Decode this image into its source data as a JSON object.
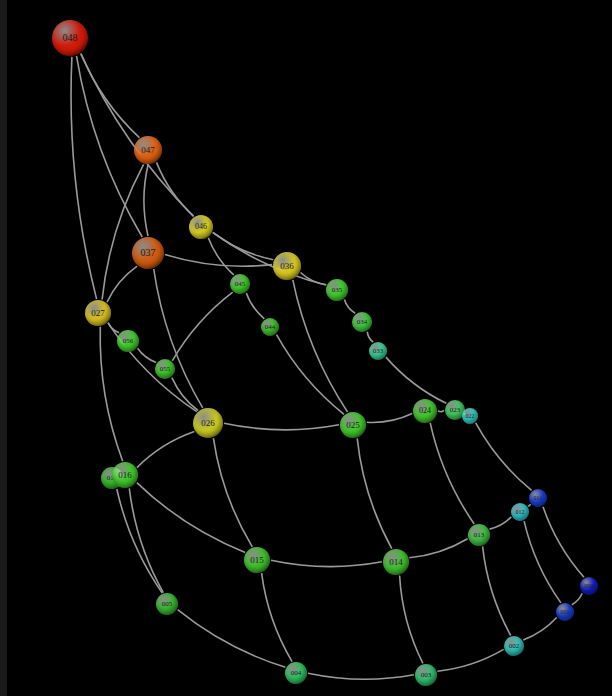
{
  "diagram": {
    "nodes": [
      {
        "text": [
          "048"
        ]
      },
      {
        "text": [
          "047"
        ]
      },
      {
        "text": [
          "037"
        ]
      },
      {
        "text": [
          "046"
        ]
      },
      {
        "text": [
          "036"
        ]
      },
      {
        "text": [
          "045"
        ]
      },
      {
        "text": [
          "035"
        ]
      },
      {
        "text": [
          "044"
        ]
      },
      {
        "text": [
          "034"
        ]
      },
      {
        "text": [
          "033"
        ]
      },
      {
        "text": [
          "027"
        ]
      },
      {
        "text": [
          "056"
        ]
      },
      {
        "text": [
          "055"
        ]
      },
      {
        "text": [
          "026"
        ]
      },
      {
        "text": [
          "025"
        ]
      },
      {
        "text": [
          "024"
        ]
      },
      {
        "text": [
          "023"
        ]
      },
      {
        "text": [
          "022"
        ]
      },
      {
        "text": [
          "016"
        ]
      },
      {
        "text": [
          "017"
        ]
      },
      {
        "text": [
          "015"
        ]
      },
      {
        "text": [
          "014"
        ]
      },
      {
        "text": [
          "013"
        ]
      },
      {
        "text": [
          "012"
        ]
      },
      {
        "text": [
          "011"
        ]
      },
      {
        "text": [
          "005"
        ]
      },
      {
        "text": [
          "004"
        ]
      },
      {
        "text": [
          "003"
        ]
      },
      {
        "text": [
          "002"
        ]
      },
      {
        "text": [
          "001"
        ]
      },
      {
        "text": [
          "000"
        ]
      }
    ],
    "edges": [
      {
        "from": 0,
        "to": 1,
        "arrow": "none"
      },
      {
        "from": 0,
        "to": 2,
        "arrow": "none"
      },
      {
        "from": 0,
        "to": 3,
        "arrow": "none"
      },
      {
        "from": 0,
        "to": 10,
        "arrow": "none"
      },
      {
        "from": 1,
        "to": 2,
        "arrow": "none"
      },
      {
        "from": 1,
        "to": 3,
        "arrow": "none"
      },
      {
        "from": 1,
        "to": 10,
        "arrow": "none"
      },
      {
        "from": 2,
        "to": 4,
        "arrow": "none"
      },
      {
        "from": 2,
        "to": 10,
        "arrow": "none"
      },
      {
        "from": 2,
        "to": 13,
        "arrow": "none"
      },
      {
        "from": 3,
        "to": 4,
        "arrow": "none"
      },
      {
        "from": 3,
        "to": 5,
        "arrow": "none"
      },
      {
        "from": 4,
        "to": 6,
        "arrow": "none"
      },
      {
        "from": 4,
        "to": 14,
        "arrow": "none"
      },
      {
        "from": 5,
        "to": 7,
        "arrow": "none"
      },
      {
        "from": 5,
        "to": 12,
        "arrow": "none"
      },
      {
        "from": 6,
        "to": 8,
        "arrow": "none"
      },
      {
        "from": 8,
        "to": 9,
        "arrow": "none"
      },
      {
        "from": 9,
        "to": 16,
        "arrow": "none"
      },
      {
        "from": 7,
        "to": 14,
        "arrow": "none"
      },
      {
        "from": 10,
        "to": 11,
        "arrow": "none"
      },
      {
        "from": 11,
        "to": 12,
        "arrow": "none"
      },
      {
        "from": 12,
        "to": 13,
        "arrow": "none"
      },
      {
        "from": 10,
        "to": 18,
        "arrow": "none"
      },
      {
        "from": 10,
        "to": 13,
        "arrow": "none"
      },
      {
        "from": 13,
        "to": 14,
        "arrow": "none"
      },
      {
        "from": 14,
        "to": 15,
        "arrow": "none"
      },
      {
        "from": 15,
        "to": 16,
        "arrow": "none"
      },
      {
        "from": 16,
        "to": 17,
        "arrow": "none"
      },
      {
        "from": 13,
        "to": 18,
        "arrow": "none"
      },
      {
        "from": 13,
        "to": 20,
        "arrow": "none"
      },
      {
        "from": 14,
        "to": 21,
        "arrow": "none"
      },
      {
        "from": 15,
        "to": 22,
        "arrow": "none"
      },
      {
        "from": 18,
        "to": 20,
        "arrow": "none"
      },
      {
        "from": 20,
        "to": 21,
        "arrow": "none"
      },
      {
        "from": 21,
        "to": 22,
        "arrow": "none"
      },
      {
        "from": 22,
        "to": 23,
        "arrow": "none"
      },
      {
        "from": 23,
        "to": 24,
        "arrow": "none"
      },
      {
        "from": 17,
        "to": 24,
        "arrow": "none"
      },
      {
        "from": 18,
        "to": 19,
        "arrow": "none"
      },
      {
        "from": 19,
        "to": 25,
        "arrow": "none"
      },
      {
        "from": 18,
        "to": 25,
        "arrow": "none"
      },
      {
        "from": 20,
        "to": 26,
        "arrow": "none"
      },
      {
        "from": 21,
        "to": 27,
        "arrow": "none"
      },
      {
        "from": 22,
        "to": 28,
        "arrow": "none"
      },
      {
        "from": 25,
        "to": 26,
        "arrow": "none"
      },
      {
        "from": 26,
        "to": 27,
        "arrow": "none"
      },
      {
        "from": 27,
        "to": 28,
        "arrow": "none"
      },
      {
        "from": 28,
        "to": 29,
        "arrow": "none"
      },
      {
        "from": 29,
        "to": 30,
        "arrow": "none"
      },
      {
        "from": 23,
        "to": 29,
        "arrow": "none"
      },
      {
        "from": 24,
        "to": 30,
        "arrow": "none"
      },
      {
        "from": 3,
        "to": 6,
        "arrow": "none"
      }
    ]
  }
}
